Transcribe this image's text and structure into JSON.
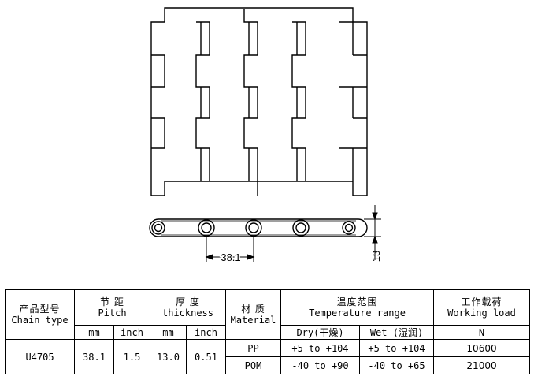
{
  "drawing": {
    "pitch_label": "38.1",
    "thickness_label": "13"
  },
  "table": {
    "headers": {
      "chain_type_cn": "产品型号",
      "chain_type_en": "Chain type",
      "pitch_cn": "节 距",
      "pitch_en": "Pitch",
      "thickness_cn": "厚  度",
      "thickness_en": "thickness",
      "material_cn": "材 质",
      "material_en": "Material",
      "temp_cn": "温度范围",
      "temp_en": "Temperature range",
      "load_cn": "工作载荷",
      "load_en": "Working load",
      "pitch_mm": "mm",
      "pitch_inch": "inch",
      "thick_mm": "mm",
      "thick_inch": "inch",
      "dry": "Dry(干燥)",
      "wet": "Wet (湿润)",
      "load_unit": "N"
    },
    "row": {
      "chain_type": "U4705",
      "pitch_mm": "38.1",
      "pitch_inch": "1.5",
      "thick_mm": "13.0",
      "thick_inch": "0.51"
    },
    "materials": [
      {
        "material": "PP",
        "dry": "+5 to +104",
        "wet": "+5 to +104",
        "load": "10600"
      },
      {
        "material": "POM",
        "dry": "-40 to +90",
        "wet": "-40 to +65",
        "load": "21000"
      }
    ]
  }
}
